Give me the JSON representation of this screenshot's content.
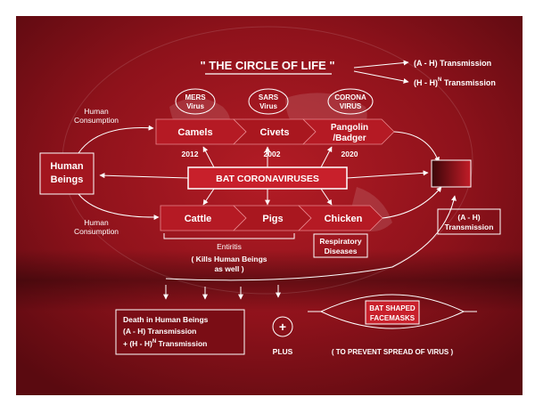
{
  "title": "\" THE CIRCLE OF LIFE \"",
  "legend": {
    "ah": "(A - H) Transmission",
    "hh_pre": "(H - H)",
    "hh_sup": "N",
    "hh_post": " Transmission"
  },
  "viruses": {
    "mers": [
      "MERS",
      "Virus"
    ],
    "sars": [
      "SARS",
      "Virus"
    ],
    "corona": [
      "CORONA",
      "VIRUS"
    ]
  },
  "consumption": [
    "Human",
    "Consumption"
  ],
  "top_row": {
    "camels": "Camels",
    "civets": "Civets",
    "pangolin": [
      "Pangolin",
      "/Badger"
    ]
  },
  "years": {
    "y2012": "2012",
    "y2002": "2002",
    "y2020": "2020"
  },
  "human_beings": [
    "Human",
    "Beings"
  ],
  "center": "BAT CORONAVIRUSES",
  "bottom_row": {
    "cattle": "Cattle",
    "pigs": "Pigs",
    "chicken": "Chicken"
  },
  "enteritis": {
    "title": "Entiritis",
    "note": [
      "( Kills Human Beings",
      "as well )"
    ]
  },
  "respiratory": [
    "Respiratory",
    "Diseases"
  ],
  "ah_box": [
    "(A - H)",
    "Transmission"
  ],
  "death": {
    "line1": "Death in Human Beings",
    "line2": "(A - H) Transmission",
    "line3_pre": "+ (H - H)",
    "line3_sup": "N",
    "line3_post": " Transmission"
  },
  "plus_symbol": "+",
  "plus_label": "PLUS",
  "mask": [
    "BAT SHAPED",
    "FACEMASKS"
  ],
  "prevent": "( TO PREVENT SPREAD OF VIRUS )",
  "colors": {
    "bg_dark": "#6e0c14",
    "bg_mid": "#a3161f",
    "accent": "#c8202b",
    "arrow_red": "#b51a24",
    "line": "#ffffff"
  }
}
